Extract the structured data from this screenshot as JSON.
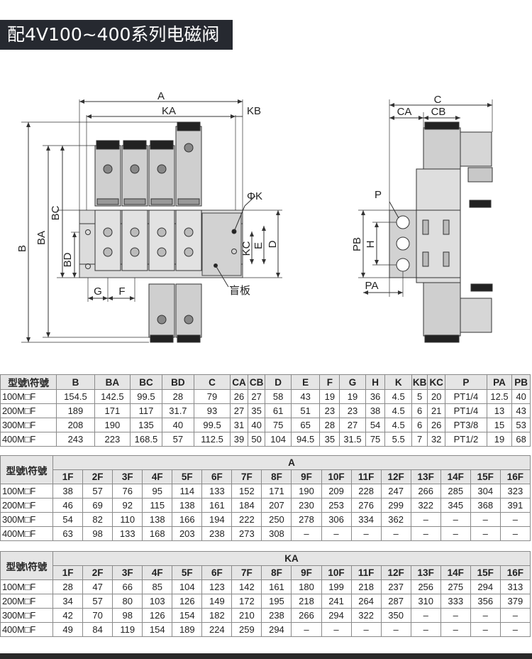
{
  "title": "配4V100~400系列电磁阀",
  "labels": {
    "A": "A",
    "KA": "KA",
    "KB": "KB",
    "C": "C",
    "CA": "CA",
    "CB": "CB",
    "B": "B",
    "BA": "BA",
    "BC": "BC",
    "BD": "BD",
    "G": "G",
    "F": "F",
    "phiK": "ΦK",
    "KC": "KC",
    "E": "E",
    "D": "D",
    "blind_plate": "盲板",
    "P": "P",
    "PB": "PB",
    "H": "H",
    "PA": "PA"
  },
  "table1": {
    "header": [
      "型號\\符號",
      "B",
      "BA",
      "BC",
      "BD",
      "C",
      "CA",
      "CB",
      "D",
      "E",
      "F",
      "G",
      "H",
      "K",
      "KB",
      "KC",
      "P",
      "PA",
      "PB"
    ],
    "rows": [
      [
        "100M□F",
        "154.5",
        "142.5",
        "99.5",
        "28",
        "79",
        "26",
        "27",
        "58",
        "43",
        "19",
        "19",
        "36",
        "4.5",
        "5",
        "20",
        "PT1/4",
        "12.5",
        "40"
      ],
      [
        "200M□F",
        "189",
        "171",
        "117",
        "31.7",
        "93",
        "27",
        "35",
        "61",
        "51",
        "23",
        "23",
        "38",
        "4.5",
        "6",
        "21",
        "PT1/4",
        "13",
        "43"
      ],
      [
        "300M□F",
        "208",
        "190",
        "135",
        "40",
        "99.5",
        "31",
        "40",
        "75",
        "65",
        "28",
        "27",
        "54",
        "4.5",
        "6",
        "26",
        "PT3/8",
        "15",
        "53"
      ],
      [
        "400M□F",
        "243",
        "223",
        "168.5",
        "57",
        "112.5",
        "39",
        "50",
        "104",
        "94.5",
        "35",
        "31.5",
        "75",
        "5.5",
        "7",
        "32",
        "PT1/2",
        "19",
        "68"
      ]
    ]
  },
  "table2": {
    "corner": "型號\\符號",
    "group": "A",
    "cols": [
      "1F",
      "2F",
      "3F",
      "4F",
      "5F",
      "6F",
      "7F",
      "8F",
      "9F",
      "10F",
      "11F",
      "12F",
      "13F",
      "14F",
      "15F",
      "16F"
    ],
    "rows": [
      [
        "100M□F",
        "38",
        "57",
        "76",
        "95",
        "114",
        "133",
        "152",
        "171",
        "190",
        "209",
        "228",
        "247",
        "266",
        "285",
        "304",
        "323"
      ],
      [
        "200M□F",
        "46",
        "69",
        "92",
        "115",
        "138",
        "161",
        "184",
        "207",
        "230",
        "253",
        "276",
        "299",
        "322",
        "345",
        "368",
        "391"
      ],
      [
        "300M□F",
        "54",
        "82",
        "110",
        "138",
        "166",
        "194",
        "222",
        "250",
        "278",
        "306",
        "334",
        "362",
        "–",
        "–",
        "–",
        "–"
      ],
      [
        "400M□F",
        "63",
        "98",
        "133",
        "168",
        "203",
        "238",
        "273",
        "308",
        "–",
        "–",
        "–",
        "–",
        "–",
        "–",
        "–",
        "–"
      ]
    ]
  },
  "table3": {
    "corner": "型號\\符號",
    "group": "KA",
    "cols": [
      "1F",
      "2F",
      "3F",
      "4F",
      "5F",
      "6F",
      "7F",
      "8F",
      "9F",
      "10F",
      "11F",
      "12F",
      "13F",
      "14F",
      "15F",
      "16F"
    ],
    "rows": [
      [
        "100M□F",
        "28",
        "47",
        "66",
        "85",
        "104",
        "123",
        "142",
        "161",
        "180",
        "199",
        "218",
        "237",
        "256",
        "275",
        "294",
        "313"
      ],
      [
        "200M□F",
        "34",
        "57",
        "80",
        "103",
        "126",
        "149",
        "172",
        "195",
        "218",
        "241",
        "264",
        "287",
        "310",
        "333",
        "356",
        "379"
      ],
      [
        "300M□F",
        "42",
        "70",
        "98",
        "126",
        "154",
        "182",
        "210",
        "238",
        "266",
        "294",
        "322",
        "350",
        "–",
        "–",
        "–",
        "–"
      ],
      [
        "400M□F",
        "49",
        "84",
        "119",
        "154",
        "189",
        "224",
        "259",
        "294",
        "–",
        "–",
        "–",
        "–",
        "–",
        "–",
        "–",
        "–"
      ]
    ]
  }
}
